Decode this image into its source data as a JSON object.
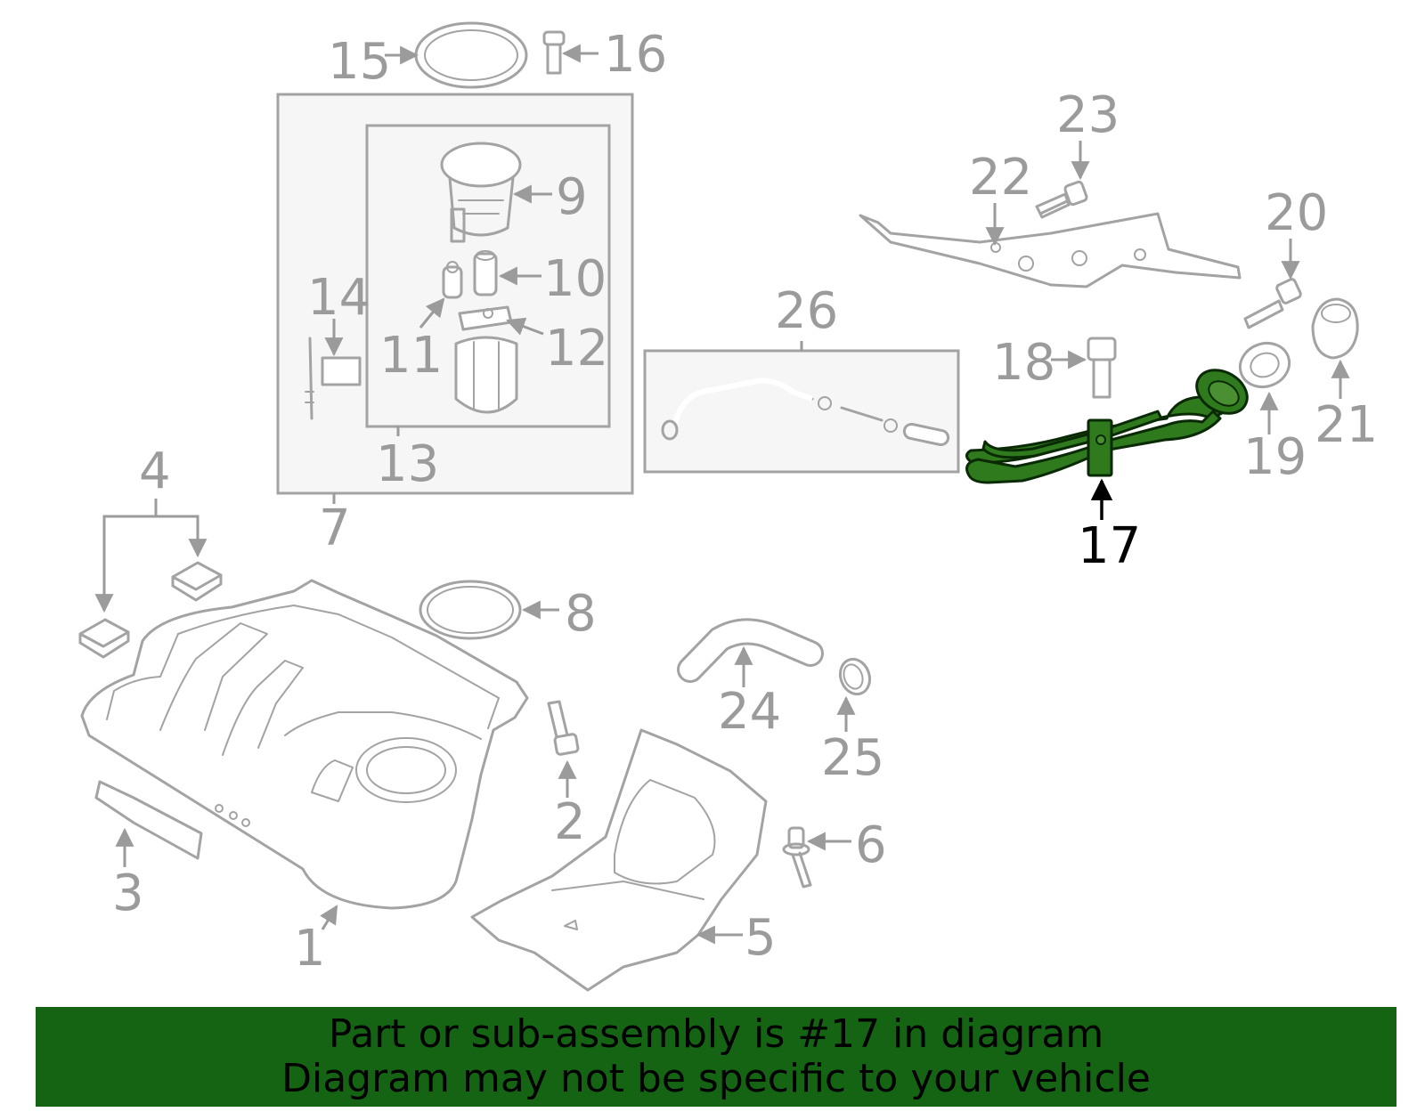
{
  "labels": {
    "p1": "1",
    "p2": "2",
    "p3": "3",
    "p4": "4",
    "p5": "5",
    "p6": "6",
    "p7": "7",
    "p8": "8",
    "p9": "9",
    "p10": "10",
    "p11": "11",
    "p12": "12",
    "p13": "13",
    "p14": "14",
    "p15": "15",
    "p16": "16",
    "p17": "17",
    "p18": "18",
    "p19": "19",
    "p20": "20",
    "p21": "21",
    "p22": "22",
    "p23": "23",
    "p24": "24",
    "p25": "25",
    "p26": "26"
  },
  "highlight": {
    "part": "17",
    "color": "#2f7a1d"
  },
  "banner": {
    "line1": "Part or sub-assembly is #17 in diagram",
    "line2": "Diagram may not be specific to your vehicle",
    "color": "#146414"
  }
}
